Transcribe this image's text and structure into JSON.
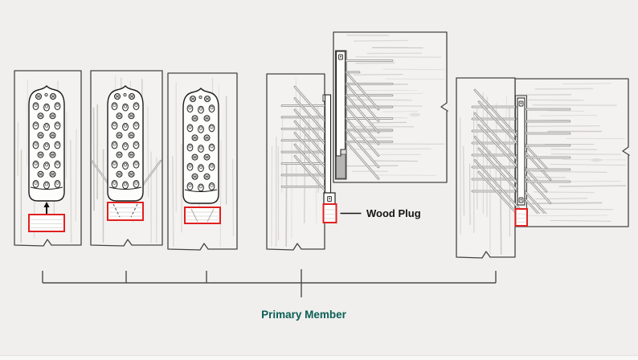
{
  "figure": {
    "type": "wood-connector-installation-diagram",
    "panels": [
      "plate-face-view",
      "plug-screws-driven",
      "plug-ready",
      "side-view-exploded",
      "side-view-assembled"
    ]
  },
  "labels": {
    "wood_plug": "Wood Plug",
    "primary_member": "Primary Member"
  },
  "colors": {
    "background": "#f0efee",
    "accent_red": "#e02020",
    "label_teal": "#0b5f53",
    "diagram_line": "#4c4c4c",
    "board_fill": "#f3f2f0",
    "board_edge": "#45443f",
    "plate_fill": "#fdfdfc",
    "plate_stroke": "#1c1c1c",
    "channel_gray": "#b6b5b3"
  }
}
